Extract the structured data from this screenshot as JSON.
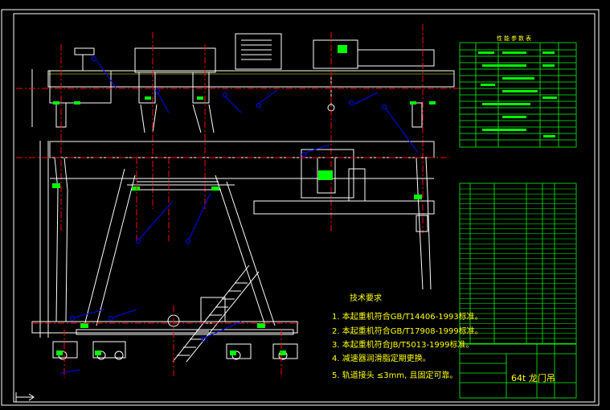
{
  "drawing": {
    "tech_notes_title": "技术要求",
    "notes": [
      "1. 本起重机符合GB/T14406-1993标准。",
      "2. 本起重机符合GB/T17908-1999标准。",
      "3. 本起重机符合JB/T5013-1999标准。",
      "4. 减速器润滑脂定期更换。",
      "5. 轨道接头 ≤3mm, 且固定可靠。"
    ],
    "table_title": "性能参数表",
    "title_block_name": "64t 龙门吊",
    "colors": {
      "background": "#000000",
      "frame": "#ffffff",
      "outline": "#ffffff",
      "center_line": "#ff0000",
      "leader": "#0000ff",
      "table": "#00ff00",
      "text": "#ffff00"
    }
  }
}
